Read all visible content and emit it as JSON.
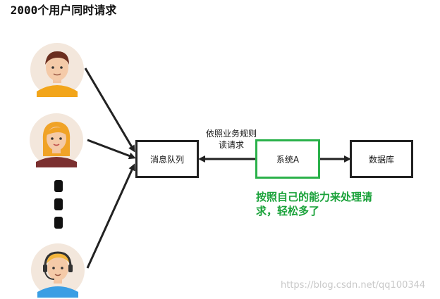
{
  "title": "2000个用户同时请求",
  "users": [
    {
      "icon": "male-user-avatar-icon"
    },
    {
      "icon": "female-user-avatar-icon"
    },
    {
      "icon": "headset-user-avatar-icon"
    }
  ],
  "ellipsis_icon": "vertical-dots-icon",
  "nodes": {
    "queue": "消息队列",
    "system_a": "系统A",
    "database": "数据库"
  },
  "edge_label": "依照业务规则读请求",
  "note": "按照自己的能力来处理请求，轻松多了",
  "watermark": "https://blog.csdn.net/qq100344",
  "colors": {
    "green": "#2ab14a",
    "note_text": "#1aa23a",
    "stroke": "#222222"
  }
}
